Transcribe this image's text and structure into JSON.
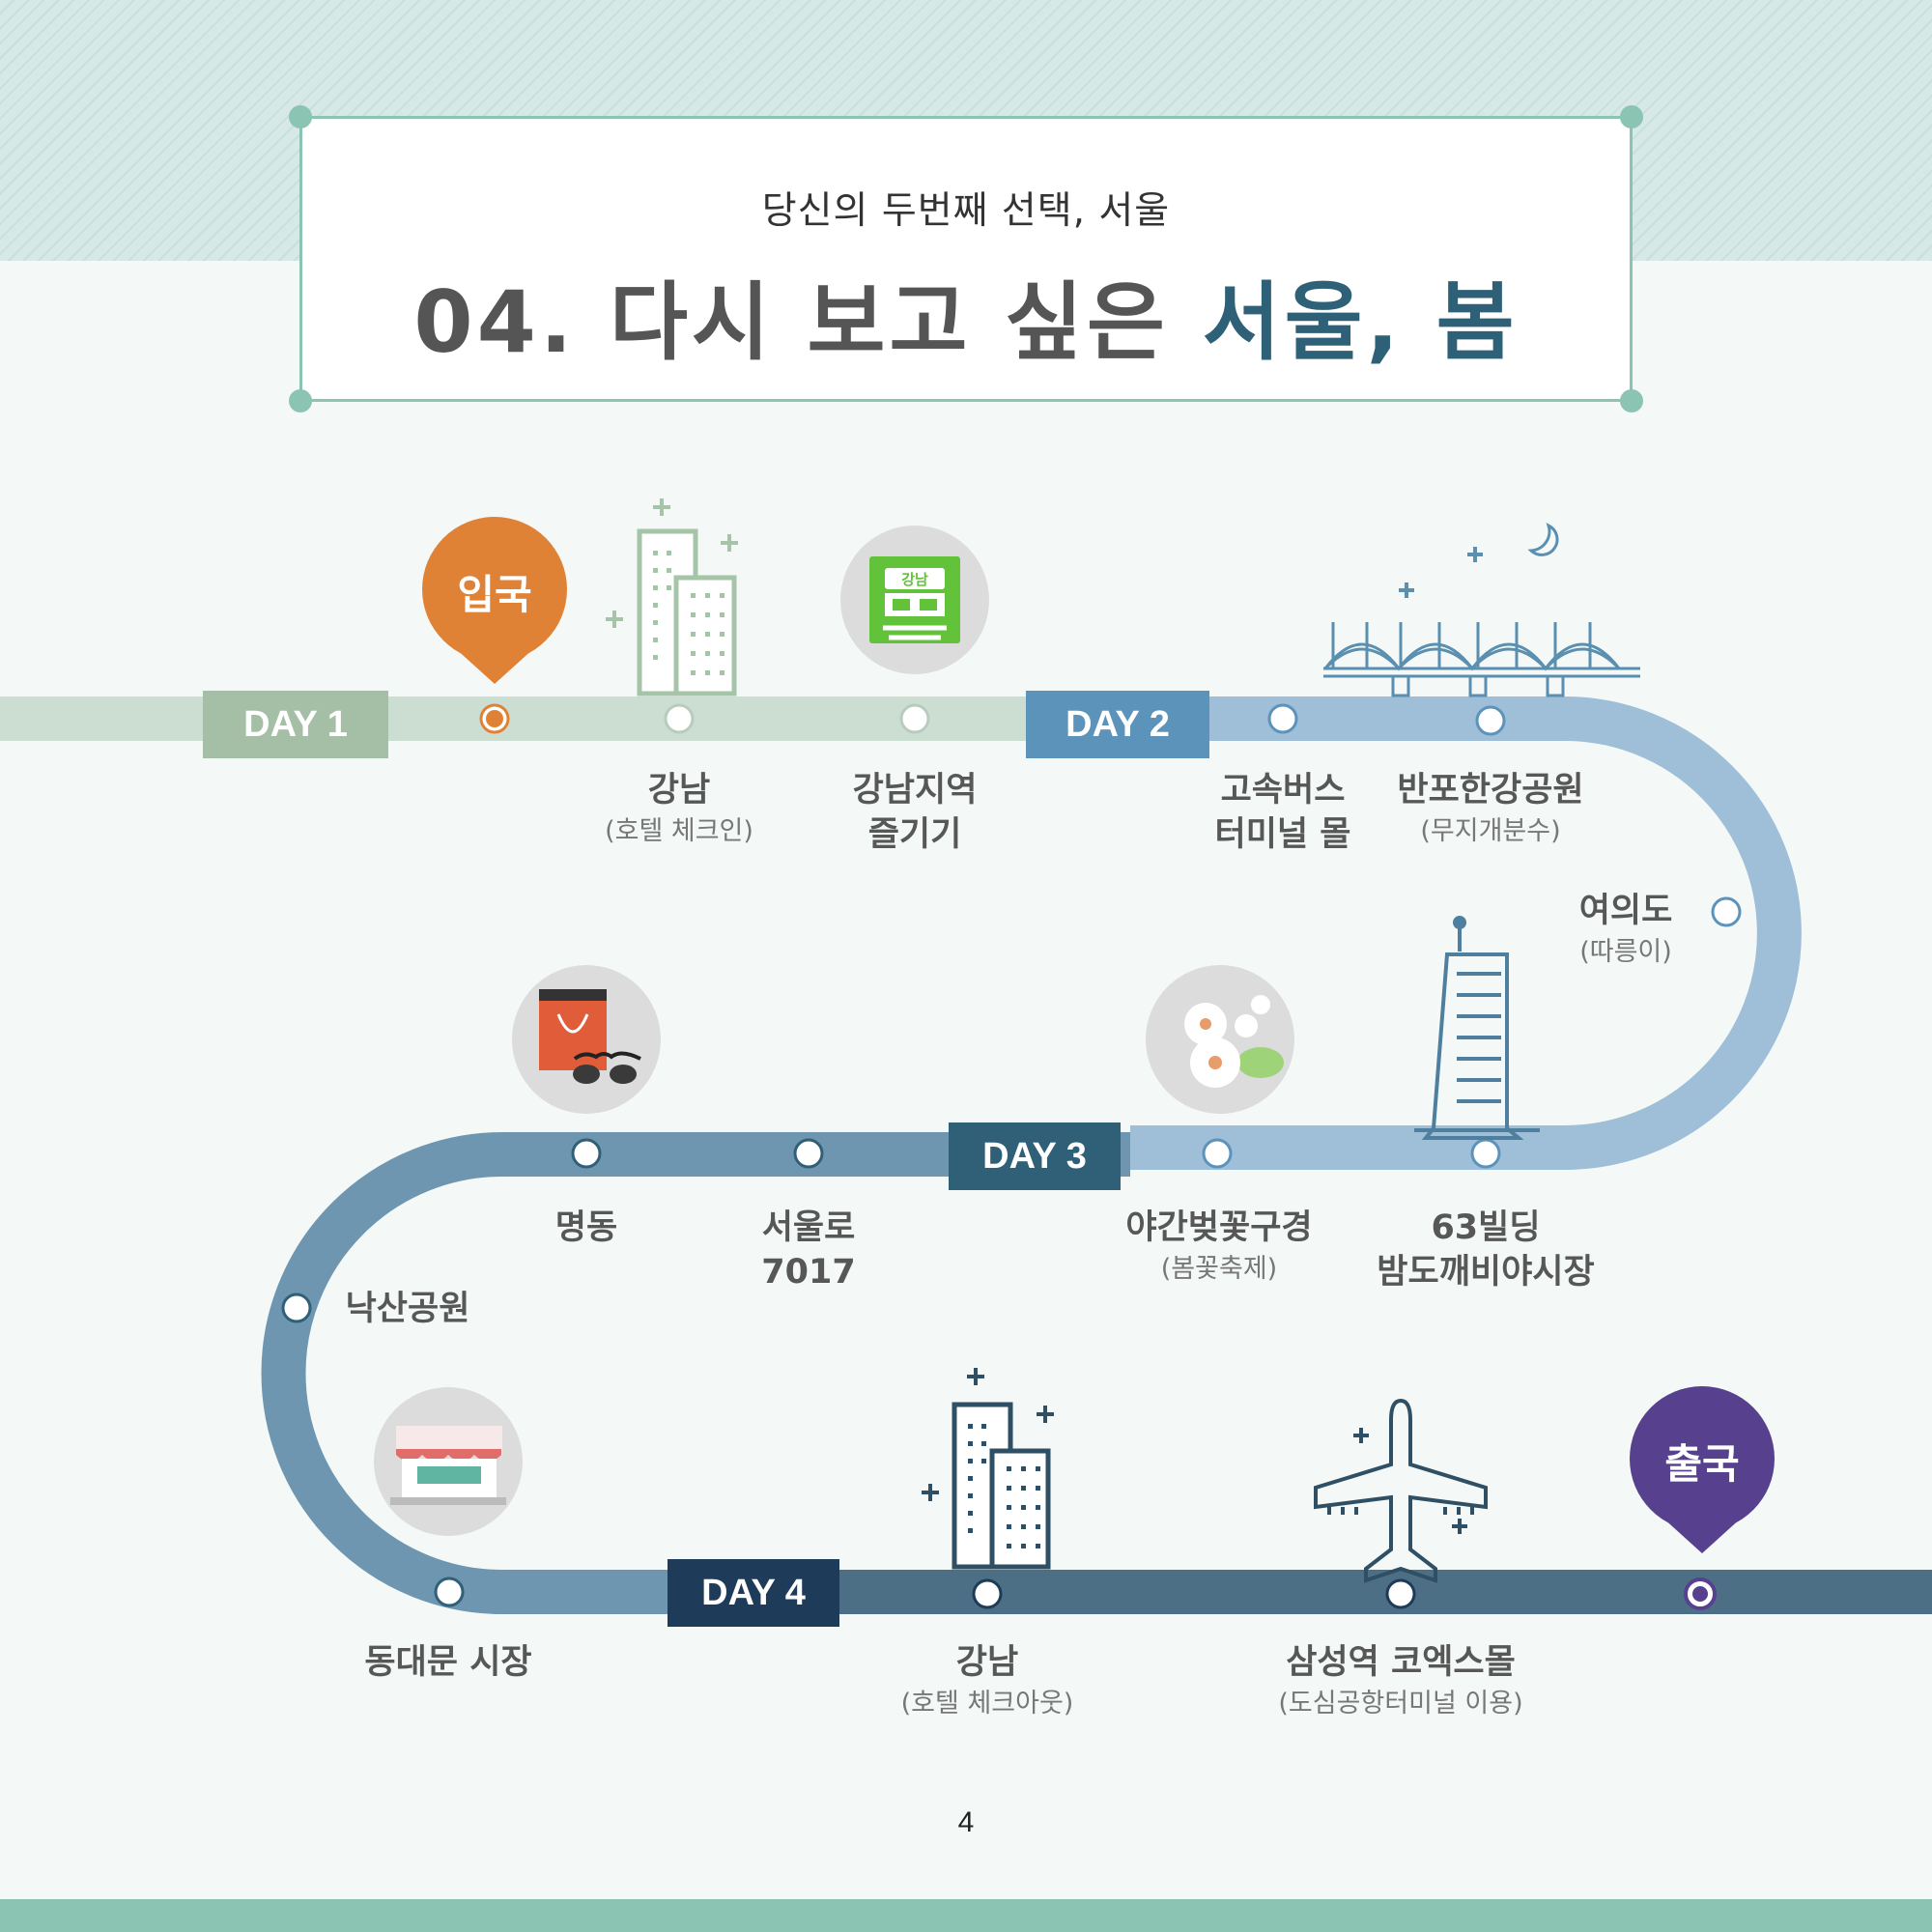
{
  "header": {
    "subtitle": "당신의 두번째 선택, 서울",
    "title_part1": "04. 다시 보고 싶은 ",
    "title_part2": "서울, 봄"
  },
  "pins": {
    "start": "입국",
    "end": "출국"
  },
  "days": [
    "DAY 1",
    "DAY 2",
    "DAY 3",
    "DAY 4"
  ],
  "stops": [
    {
      "title": "강남",
      "sub": "(호텔 체크인)"
    },
    {
      "title": "강남지역",
      "title2": "즐기기"
    },
    {
      "title": "고속버스",
      "title2": "터미널 몰"
    },
    {
      "title": "반포한강공원",
      "sub": "(무지개분수)"
    },
    {
      "title": "여의도",
      "sub": "(따릉이)"
    },
    {
      "title": "63빌딩",
      "title2": "밤도깨비야시장"
    },
    {
      "title": "야간벚꽃구경",
      "sub": "(봄꽃축제)"
    },
    {
      "title": "서울로",
      "title2": "7017"
    },
    {
      "title": "명동"
    },
    {
      "title": "낙산공원"
    },
    {
      "title": "동대문 시장"
    },
    {
      "title": "강남",
      "sub": "(호텔 체크아웃)"
    },
    {
      "title": "삼성역 코엑스몰",
      "sub": "(도심공항터미널 이용)"
    }
  ],
  "icons": {
    "station_sign": "강남"
  },
  "colors": {
    "day1": "#a5bfa6",
    "day2": "#5b93bb",
    "day3": "#2f6078",
    "day4": "#1e3b5a",
    "start_pin": "#e08236",
    "end_pin": "#57418e",
    "accent": "#8cc4b4"
  },
  "page_number": "4"
}
